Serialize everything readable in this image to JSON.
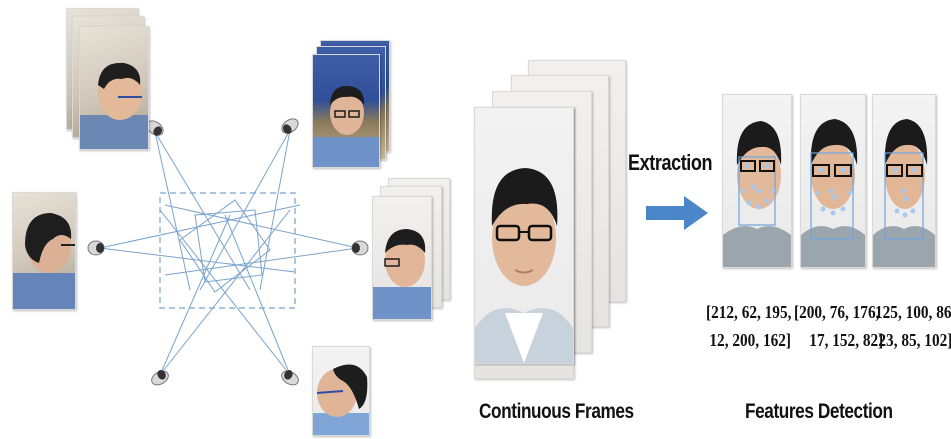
{
  "labels": {
    "extraction": "Extraction",
    "continuous_frames": "Continuous Frames",
    "features_detection": "Features Detection"
  },
  "features": [
    {
      "line1": "[212, 62, 195,",
      "line2": "12, 200, 162]"
    },
    {
      "line1": "[200, 76, 176,",
      "line2": "17, 152, 82]"
    },
    {
      "line1": "125, 100, 86,",
      "line2": "23, 85, 102]"
    }
  ],
  "colors": {
    "camera_line": "#7aa3cc",
    "arrow": "#4a86c8",
    "detection_box": "#6fa3dd",
    "landmark": "#a8c8ee"
  }
}
